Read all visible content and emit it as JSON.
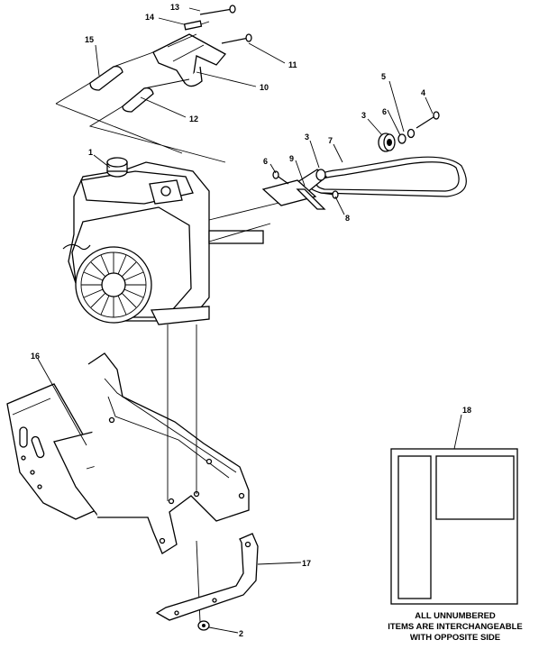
{
  "callouts": {
    "c1": "1",
    "c2": "2",
    "c3a": "3",
    "c3b": "3",
    "c4": "4",
    "c5": "5",
    "c6a": "6",
    "c6b": "6",
    "c7": "7",
    "c8": "8",
    "c9": "9",
    "c10": "10",
    "c11": "11",
    "c12": "12",
    "c13": "13",
    "c14": "14",
    "c15": "15",
    "c16": "16",
    "c17": "17",
    "c18": "18"
  },
  "note": {
    "line1": "ALL UNNUMBERED",
    "line2": "ITEMS ARE INTERCHANGEABLE",
    "line3": "WITH OPPOSITE SIDE"
  }
}
